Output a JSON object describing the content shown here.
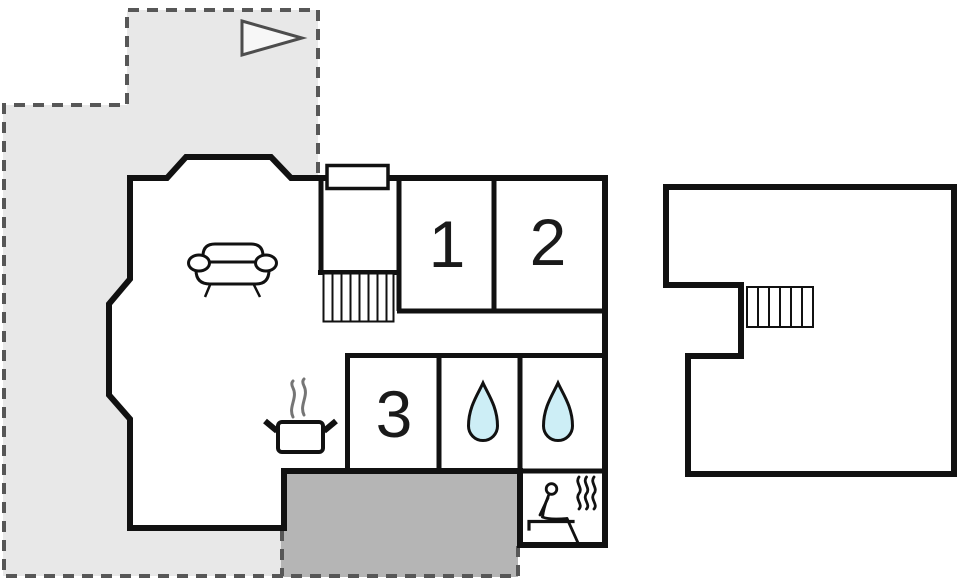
{
  "floor_plan": {
    "rooms": [
      {
        "id": "room-1",
        "label": "1"
      },
      {
        "id": "room-2",
        "label": "2"
      },
      {
        "id": "room-3",
        "label": "3"
      }
    ],
    "icons": [
      {
        "name": "flag-icon"
      },
      {
        "name": "sofa-icon"
      },
      {
        "name": "fireplace"
      },
      {
        "name": "staircase-main"
      },
      {
        "name": "stove-pot-icon"
      },
      {
        "name": "water-drop-icon"
      },
      {
        "name": "water-drop-icon"
      },
      {
        "name": "sauna-icon"
      },
      {
        "name": "staircase-annex"
      }
    ],
    "colors": {
      "wall": "#111111",
      "plot_fill": "#e8e8e8",
      "terrace_fill": "#b5b5b5",
      "boundary_dash": "#575757",
      "water_drop": "#cdeef6",
      "steam": "#757575",
      "flag_fill": "#f7f7f7",
      "flag_stroke": "#4d4d4d"
    }
  }
}
